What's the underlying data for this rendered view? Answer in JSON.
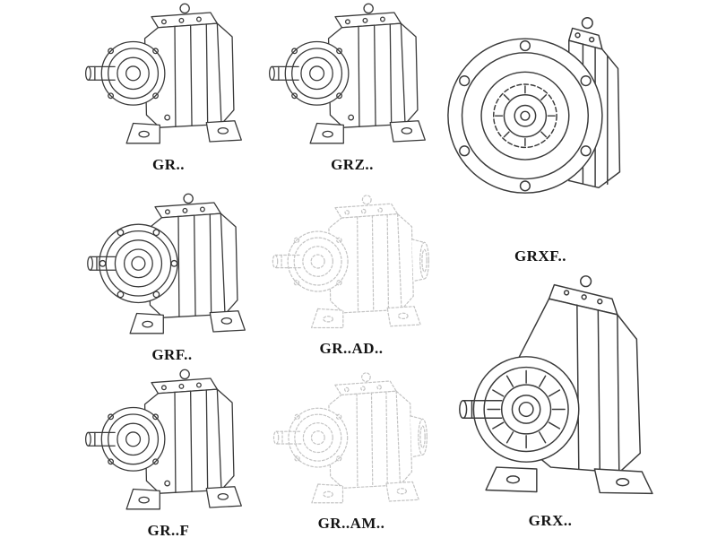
{
  "page": {
    "background_color": "#ffffff",
    "line_color": "#3a3a3a",
    "phantom_line_color": "#c4c4c4",
    "description": "Catalog sheet of helical gear reducer series technical line drawings"
  },
  "models": [
    {
      "id": "gr",
      "label": "GR..",
      "style": "solid",
      "drawing": "foot-mounted-helical-gearbox-iso"
    },
    {
      "id": "grz",
      "label": "GRZ..",
      "style": "solid",
      "drawing": "foot-mounted-helical-gearbox-iso"
    },
    {
      "id": "grxf",
      "label": "GRXF..",
      "style": "solid",
      "drawing": "flange-mounted-gearbox-front-view"
    },
    {
      "id": "grf",
      "label": "GRF..",
      "style": "solid",
      "drawing": "flange-and-foot-gearbox-iso"
    },
    {
      "id": "grad",
      "label": "GR..AD..",
      "style": "phantom",
      "drawing": "gearbox-with-input-adapter-iso"
    },
    {
      "id": "grx",
      "label": "GRX..",
      "style": "solid",
      "drawing": "large-foot-mounted-gearbox-iso"
    },
    {
      "id": "grff",
      "label": "GR..F",
      "style": "solid",
      "drawing": "foot-mounted-helical-gearbox-iso"
    },
    {
      "id": "gram",
      "label": "GR..AM..",
      "style": "phantom",
      "drawing": "gearbox-with-motor-flange-iso"
    }
  ]
}
